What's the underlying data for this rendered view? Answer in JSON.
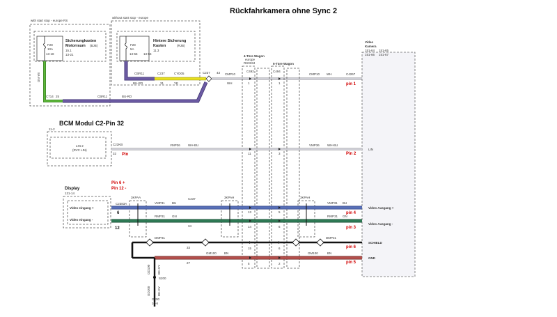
{
  "title": "Rückfahrkamera ohne Sync 2",
  "fuse_left": {
    "outer_label": "with start stop - europe RS",
    "name1": "Sicherungkasten",
    "name2": "Motorraum",
    "code": "(BJB)",
    "fuse": "F28",
    "amp": "10A",
    "pin_a": "13-18",
    "pin_b": "15.1",
    "pin_c": "13-21",
    "wire": "GN-YE",
    "connector": "C714",
    "pin": "25"
  },
  "fuse_right": {
    "outer_label": "without start stop - europe",
    "name1": "Hintere Sicherung",
    "name2": "Kasten",
    "code": "(RJB)",
    "fuse": "F28",
    "amp": "5A",
    "pin_a": "13-55",
    "pin_b": "11.3",
    "pin_c": "13-56",
    "wire1": "CBR11",
    "wire1_color": "BU-RD",
    "connector": "C237",
    "pin": "31",
    "wire2": "CYD05",
    "wire2_color": "YE"
  },
  "power_line": {
    "wire": "CBR11",
    "color": "BU-RD",
    "connector": "C237",
    "pin": "43",
    "wire2": "CMP10",
    "color2": "WH",
    "c492": "C492",
    "c494": "C494",
    "c4267": "C4267",
    "vpwr": "VPWR",
    "pin_label": "pin 1"
  },
  "wagon4": {
    "label": "4-Türe Wagon",
    "sub": "europe",
    "code": "RS0334",
    "p1": "1",
    "p2": "11",
    "p3": "13",
    "p4": "14",
    "p5": "15",
    "p6": "5"
  },
  "wagon5": {
    "label": "5-Türe Wagon",
    "p1": "1",
    "p2": "3",
    "p3": "5",
    "p4": "6",
    "p5": "6",
    "p6": "2"
  },
  "camera": {
    "title": "Video",
    "title2": "Kamera",
    "ref1": "151-64",
    "ref2": "151-65",
    "ref3": "151-66",
    "ref4": "151-67"
  },
  "bcm": {
    "title": "BCM Modul C2-Pin 32",
    "ref": "11-2",
    "inner1": "LIN 2",
    "inner2": "(RVC LIN)",
    "connector": "C22KB",
    "pin": "32",
    "pin_label": "Pin",
    "wire": "VMP36",
    "color": "WH-BU",
    "lin": "LIN",
    "cam_pin": "Pin 2"
  },
  "display": {
    "title": "Display",
    "ref": "131-14",
    "in1": "Video eingang +",
    "in2": "Video eingang -",
    "pins_note1": "Pin 6 +",
    "pins_note2": "Pin 12 -",
    "pin6": "6",
    "pin12": "12",
    "connector": "C2383A",
    "cpaa": "3KPAA",
    "cpah": "3KPAH"
  },
  "video_pos": {
    "wire": "VMP31",
    "color": "BU",
    "c237": "C237",
    "out": "Video Ausgang +",
    "pin_label": "pin 4"
  },
  "video_neg": {
    "wire": "RMP31",
    "color": "GN",
    "pin": "34",
    "out": "Video Ausgang -",
    "pin_label": "pin 3"
  },
  "shield": {
    "wire": "DMP31",
    "pin": "33",
    "out": "SCHIELD",
    "pin_label": "pin 6"
  },
  "gnd": {
    "wire": "GM100",
    "color": "BN",
    "pin": "27",
    "out": "GND",
    "pin_label": "pin 5"
  },
  "ground": {
    "w1": "GD100",
    "w2": "BK-GY",
    "splice": "S200",
    "w3": "GD100",
    "w4": "BK-GY",
    "g": "G200",
    "gref": "10-6"
  },
  "colors": {
    "green": "#5db83a",
    "purple": "#6c5ba3",
    "yellow": "#e8e020",
    "blue": "#5870b8",
    "dkgreen": "#2e7a55",
    "red": "#b5504c",
    "gray": "#b8b8c0"
  }
}
